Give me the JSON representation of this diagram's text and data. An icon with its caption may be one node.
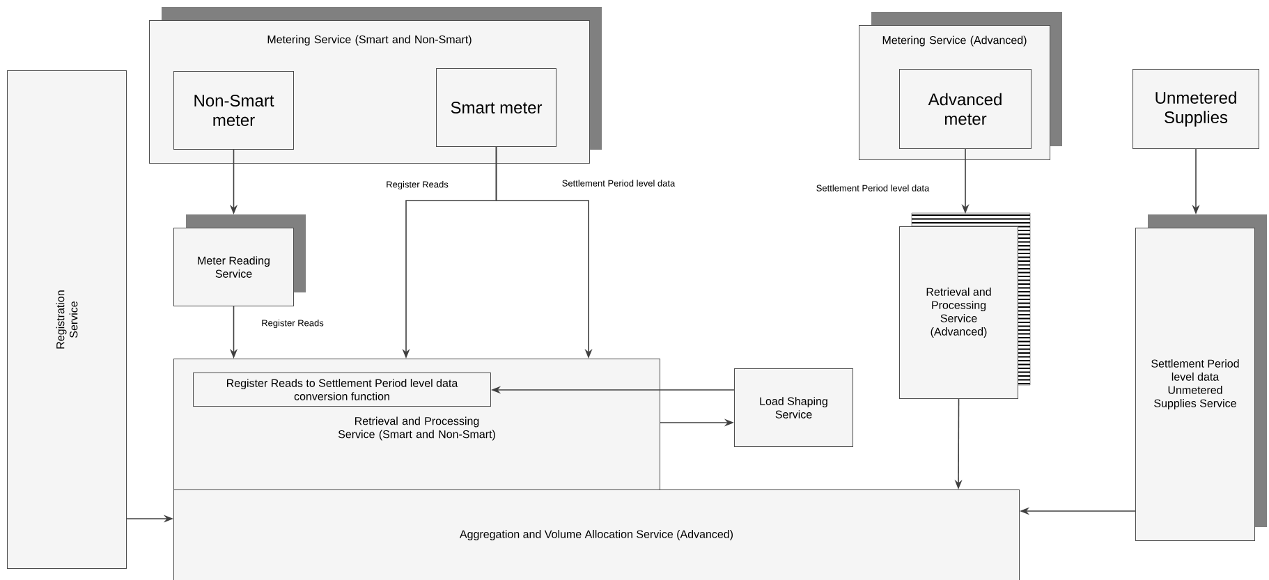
{
  "diagram": {
    "nodes": [
      {
        "text": [
          "Metering Service (Smart and Non-Smart)"
        ]
      },
      {
        "text": [
          "Non-Smart meter"
        ],
        "in": 0
      },
      {
        "text": [
          "Smart meter"
        ],
        "in": 0
      },
      {
        "text": [
          "Metering Service (Advanced)"
        ]
      },
      {
        "text": [
          "Advanced meter"
        ],
        "in": 3
      },
      {
        "text": [
          "Unmetered Supplies"
        ]
      },
      {
        "text": [
          "Registration Service"
        ]
      },
      {
        "text": [
          "Meter Reading Service"
        ]
      },
      {
        "text": [
          "Retrieval and Processing Service (Smart and Non-Smart)"
        ]
      },
      {
        "text": [
          "Register Reads to Settlement Period level data conversion function"
        ],
        "in": 8
      },
      {
        "text": [
          "Load Shaping Service"
        ]
      },
      {
        "text": [
          "Retrieval and Processing Service (Advanced)"
        ]
      },
      {
        "text": [
          "Settlement Period level data Unmetered Supplies Service"
        ]
      },
      {
        "text": [
          "Aggregation and Volume Allocation Service (Advanced)"
        ]
      }
    ],
    "edges": [
      {
        "from": 1,
        "to": 7,
        "arrow": "to"
      },
      {
        "from": 2,
        "to": 8,
        "arrow": "to",
        "label": "Register Reads"
      },
      {
        "from": 2,
        "to": 8,
        "arrow": "to",
        "label": "Settlement Period level data"
      },
      {
        "from": 7,
        "to": 8,
        "arrow": "to",
        "label": "Register Reads"
      },
      {
        "from": 10,
        "to": 9,
        "arrow": "to"
      },
      {
        "from": 8,
        "to": 10,
        "arrow": "to"
      },
      {
        "from": 4,
        "to": 11,
        "arrow": "to",
        "label": "Settlement Period level data"
      },
      {
        "from": 5,
        "to": 12,
        "arrow": "to"
      },
      {
        "from": 11,
        "to": 13,
        "arrow": "to"
      },
      {
        "from": 12,
        "to": 13,
        "arrow": "to"
      },
      {
        "from": 6,
        "to": 13,
        "arrow": "to"
      }
    ]
  }
}
